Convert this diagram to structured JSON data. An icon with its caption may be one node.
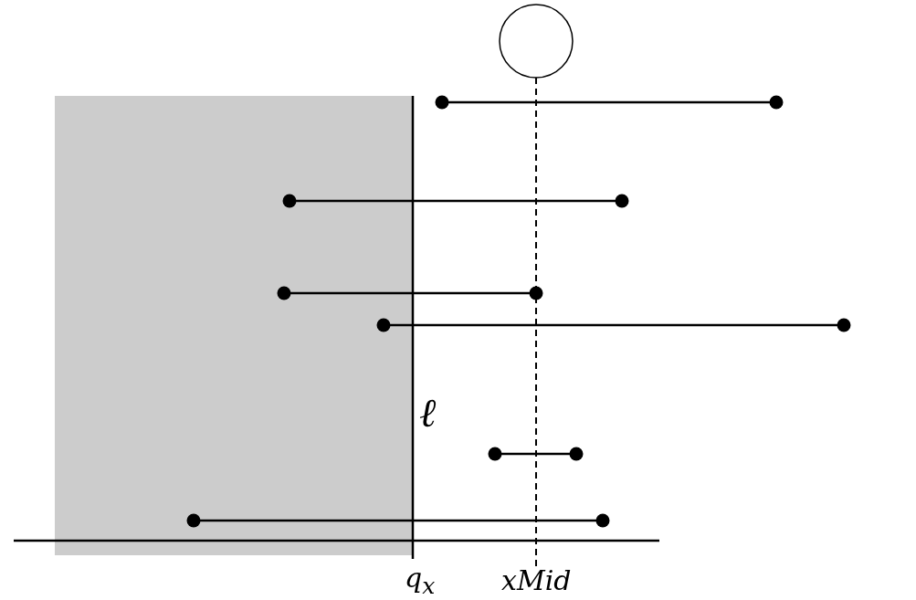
{
  "diagram": {
    "nodes": [
      {
        "text": [],
        "shape": "circle"
      },
      {
        "text": [
          "xMid"
        ]
      }
    ],
    "edges": [
      {
        "from": 0,
        "to": 1,
        "arrow": "none",
        "style": "dashed"
      }
    ],
    "labels": [
      "ℓ",
      "*q*$_{x}$"
    ]
  }
}
